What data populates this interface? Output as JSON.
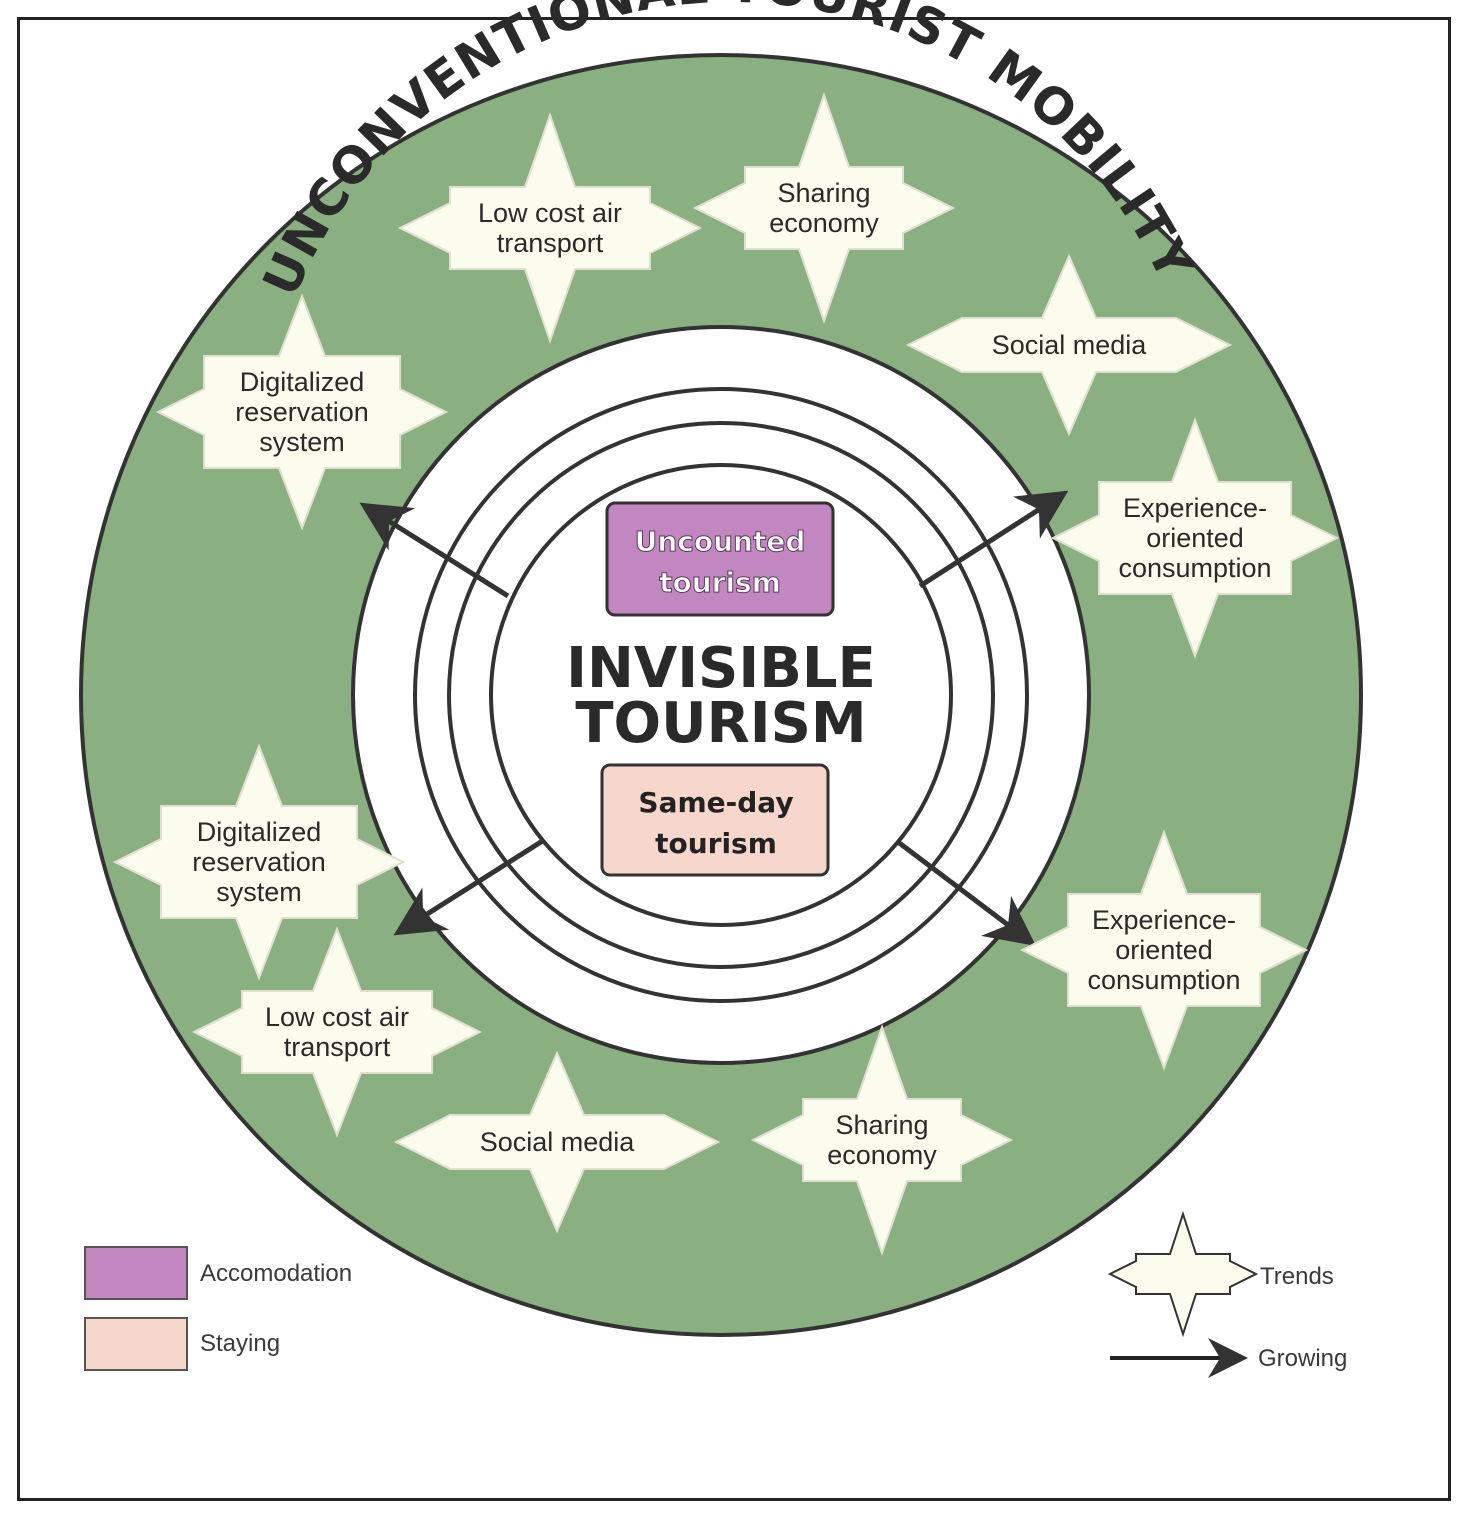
{
  "diagram": {
    "outer_title": "UNCONVENTIONAL TOURIST MOBILITY",
    "center_title_line1": "INVISIBLE",
    "center_title_line2": "TOURISM",
    "uncounted_box": {
      "line1": "Uncounted",
      "line2": "tourism"
    },
    "sameday_box": {
      "line1": "Same-day",
      "line2": "tourism"
    },
    "trends": [
      {
        "id": "low-cost-air-top",
        "lines": [
          "Low cost air",
          "transport"
        ]
      },
      {
        "id": "sharing-economy-top",
        "lines": [
          "Sharing",
          "economy"
        ]
      },
      {
        "id": "social-media-top",
        "lines": [
          "Social media"
        ]
      },
      {
        "id": "digitalized-reservation-top",
        "lines": [
          "Digitalized",
          "reservation",
          "system"
        ]
      },
      {
        "id": "experience-oriented-top",
        "lines": [
          "Experience-",
          "oriented",
          "consumption"
        ]
      },
      {
        "id": "digitalized-reservation-bottom",
        "lines": [
          "Digitalized",
          "reservation",
          "system"
        ]
      },
      {
        "id": "experience-oriented-bottom",
        "lines": [
          "Experience-",
          "oriented",
          "consumption"
        ]
      },
      {
        "id": "low-cost-air-bottom",
        "lines": [
          "Low cost air",
          "transport"
        ]
      },
      {
        "id": "social-media-bottom",
        "lines": [
          "Social media"
        ]
      },
      {
        "id": "sharing-economy-bottom",
        "lines": [
          "Sharing",
          "economy"
        ]
      }
    ]
  },
  "legend": {
    "accommodation_label": "Accomodation",
    "staying_label": "Staying",
    "trends_label": "Trends",
    "growing_label": "Growing"
  },
  "colors": {
    "outer_ring": "#8aaf80",
    "trend_fill": "#fbfbee",
    "accommodation": "#c287c0",
    "staying": "#f7d6cc",
    "ink": "#2a2a2a"
  }
}
